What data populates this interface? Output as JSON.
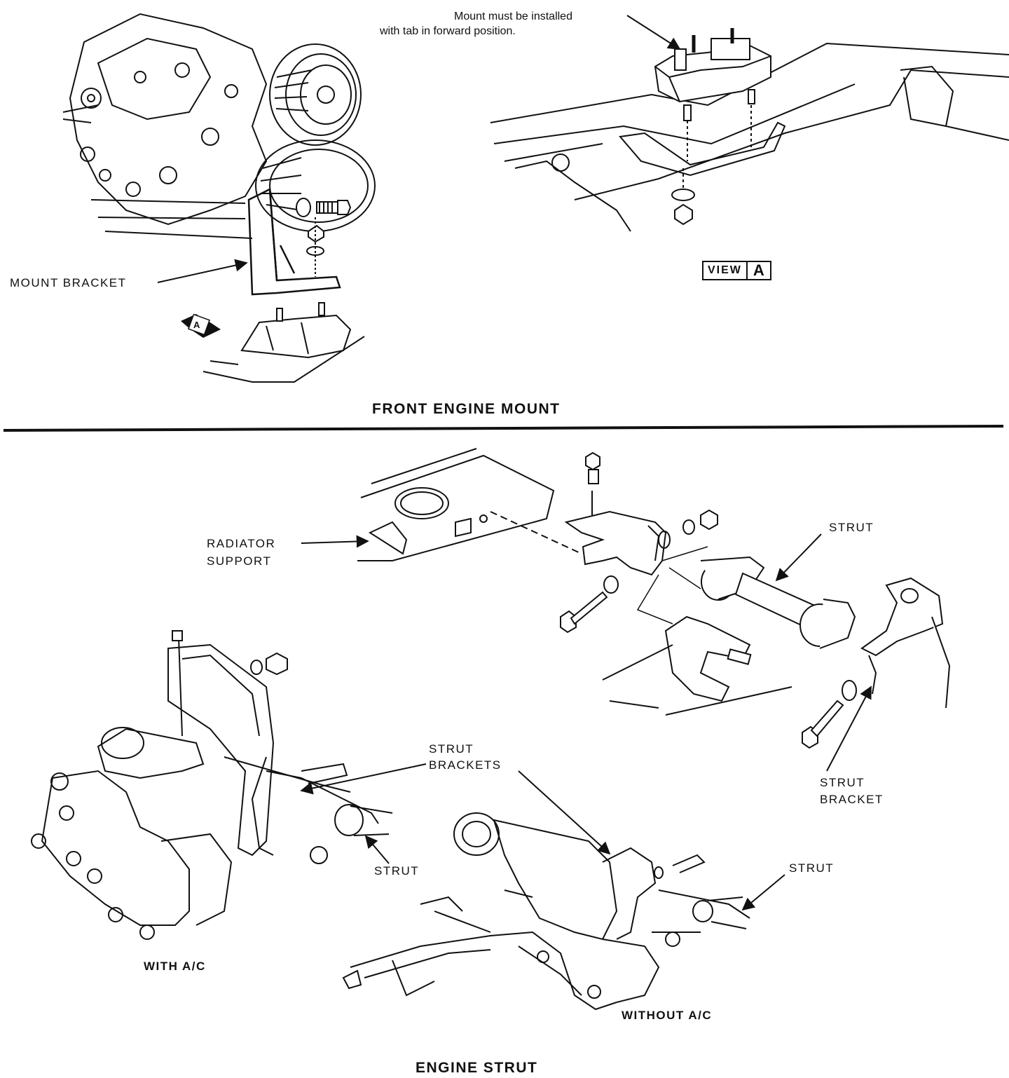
{
  "top": {
    "title": "FRONT ENGINE MOUNT",
    "callouts": {
      "mount_note_line1": "Mount must be installed",
      "mount_note_line2": "with tab in forward position.",
      "mount_bracket": "MOUNT BRACKET",
      "view_word": "VIEW",
      "view_letter": "A",
      "view_arrow_letter": "A"
    }
  },
  "bottom": {
    "title": "ENGINE STRUT",
    "callouts": {
      "radiator_support_line1": "RADIATOR",
      "radiator_support_line2": "SUPPORT",
      "strut_top": "STRUT",
      "strut_bracket_line1": "STRUT",
      "strut_bracket_line2": "BRACKET",
      "strut_brackets_line1": "STRUT",
      "strut_brackets_line2": "BRACKETS",
      "strut_left": "STRUT",
      "strut_right": "STRUT",
      "with_ac": "WITH A/C",
      "without_ac": "WITHOUT A/C"
    }
  }
}
